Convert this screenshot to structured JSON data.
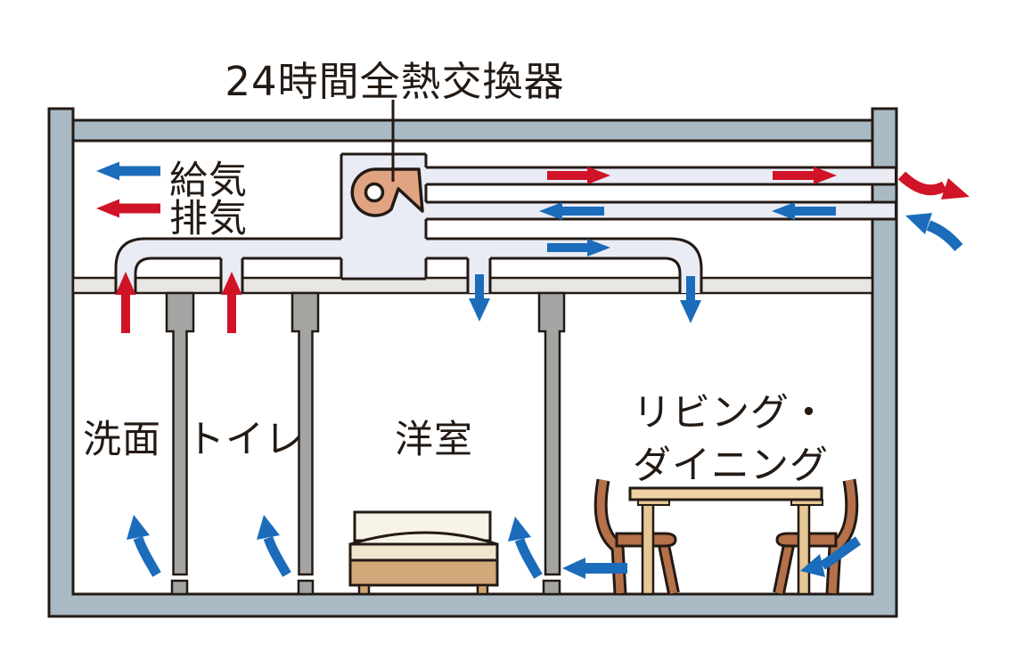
{
  "title": "24時間全熱交換器",
  "legend": {
    "supply_label": "給気",
    "exhaust_label": "排気"
  },
  "rooms": {
    "washroom": "洗面",
    "toilet": "トイレ",
    "western_room": "洋室",
    "living_dining_line1": "リビング・",
    "living_dining_line2": "ダイニング"
  },
  "icons": {
    "unit": "fan-blower-icon",
    "supply": "blue-arrow",
    "exhaust": "red-arrow"
  },
  "colors": {
    "supply_air_blue": "#1b6cba",
    "exhaust_air_red": "#d01327",
    "structure_gray_blue": "#a9bac4",
    "partition_gray": "#a4a4a2",
    "ceiling_gray": "#e8e6e2",
    "duct_lavender": "#e9ebf5",
    "fan_peach": "#e0a482",
    "bed_cream": "#f8f3e7",
    "bed_base_tan": "#d2a97a",
    "table_tan": "#eed2a3",
    "chair_brown": "#b5714a",
    "outline_dark": "#231a14",
    "text_dark": "#231a14"
  }
}
